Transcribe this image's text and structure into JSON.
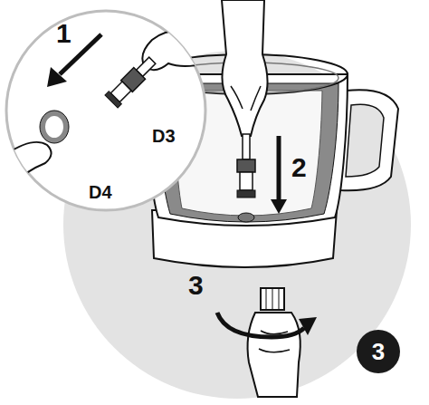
{
  "diagram": {
    "nodes": [
      {
        "text": [
          "3"
        ]
      }
    ],
    "labels": [
      "1",
      "D3",
      "D4",
      "2",
      "3"
    ]
  }
}
